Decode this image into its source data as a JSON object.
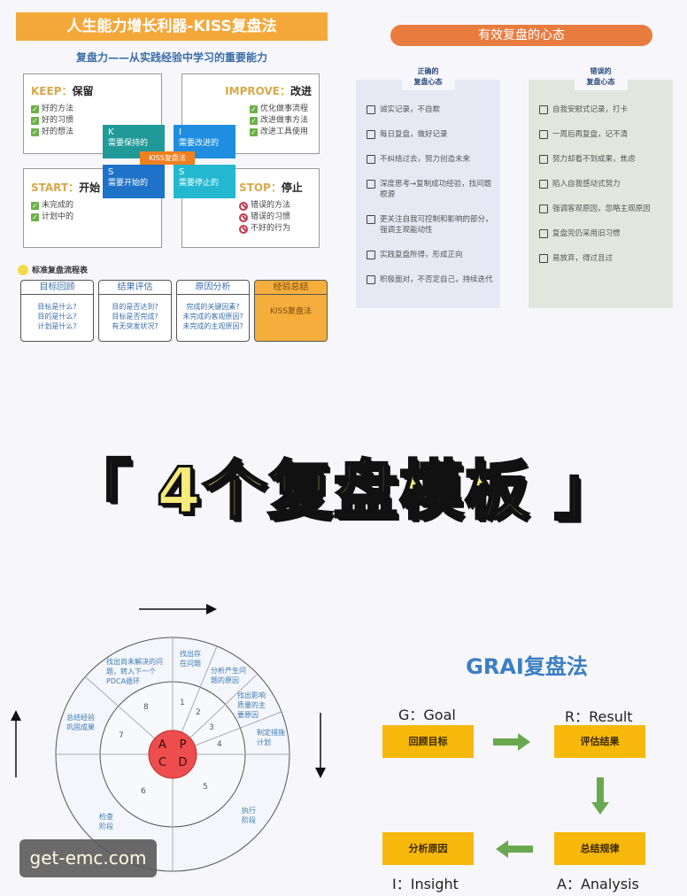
{
  "kiss": {
    "title": "人生能力增长利器-KISS复盘法",
    "subtitle": "复盘力——从实践经验中学习的重要能力",
    "center_label": "KISS复盘法",
    "keep": {
      "en": "KEEP",
      "sep": "：",
      "cn": "保留",
      "items": [
        "好的方法",
        "好的习惯",
        "好的想法"
      ]
    },
    "improve": {
      "en": "IMPROVE",
      "sep": "：",
      "cn": "改进",
      "items": [
        "优化做事流程",
        "改进做事方法",
        "改进工具使用"
      ]
    },
    "start": {
      "en": "START",
      "sep": "：",
      "cn": "开始",
      "items": [
        "未完成的",
        "计划中的"
      ]
    },
    "stop": {
      "en": "STOP",
      "sep": "：",
      "cn": "停止",
      "items": [
        "错误的方法",
        "错误的习惯",
        "不好的行为"
      ]
    },
    "tiles": [
      {
        "letter": "K",
        "label": "需要保持的",
        "color": "#1f9a98"
      },
      {
        "letter": "I",
        "label": "需要改进的",
        "color": "#1f8ee0"
      },
      {
        "letter": "S",
        "label": "需要开始的",
        "color": "#1e72c8"
      },
      {
        "letter": "S",
        "label": "需要停止的",
        "color": "#24b8d0"
      }
    ],
    "flow": {
      "heading": "标准复盘流程表",
      "cards": [
        {
          "title": "目标回顾",
          "lines": [
            "目标是什么?",
            "目的是什么?",
            "计划是什么?"
          ]
        },
        {
          "title": "结果评估",
          "lines": [
            "目的是否达到?",
            "目标是否完成?",
            "有无突发状况?"
          ]
        },
        {
          "title": "原因分析",
          "lines": [
            "完成的关键因素?",
            "未完成的客观原因?",
            "未完成的主观原因?"
          ]
        },
        {
          "title": "经验总结",
          "lines": [
            "KISS复盘法"
          ]
        }
      ]
    }
  },
  "mindset": {
    "title": "有效复盘的心态",
    "correct": {
      "tab": [
        "正确的",
        "复盘心态"
      ],
      "items": [
        "诚实记录，不自欺",
        "每日复盘，做好记录",
        "不纠结过去，努力创造未来",
        "深度思考→复制成功经验，找问题根源",
        "更关注自我可控制和影响的部分，强调主观能动性",
        "实践复盘所得，形成正向",
        "积极面对，不否定自己，持续迭代"
      ]
    },
    "wrong": {
      "tab": [
        "错误的",
        "复盘心态"
      ],
      "items": [
        "自我安慰式记录，打卡",
        "一周后再复盘，记不清",
        "努力却看不到成果，焦虑",
        "陷入自我感动式努力",
        "强调客观原因，忽略主观原因",
        "复盘完仍采用旧习惯",
        "易放弃，得过且过"
      ]
    }
  },
  "banner": {
    "text": "「 4个复盘模板 」"
  },
  "pdca": {
    "center": [
      "A",
      "P",
      "C",
      "D"
    ],
    "numbers": [
      "1",
      "2",
      "3",
      "4",
      "5",
      "6",
      "7",
      "8"
    ],
    "outer_labels": {
      "s1": "找出存在问题",
      "s2": "分析产生问题的原因",
      "s3": "找出影响质量的主要原因",
      "s4": "制定措施计划",
      "exec": "执行阶段",
      "check": "检查阶段",
      "s7": "总结经验巩固成果",
      "s8": "找出尚未解决的问题，转入下一个PDCA循环"
    }
  },
  "grai": {
    "title": "GRAI复盘法",
    "goal": {
      "label": "G：Goal",
      "box": "回顾目标"
    },
    "result": {
      "label": "R：Result",
      "box": "评估结果"
    },
    "analysis": {
      "label": "A：Analysis",
      "box": "总结规律"
    },
    "insight": {
      "label": "I：Insight",
      "box": "分析原因"
    },
    "arrow_color": "#6aa84f",
    "box_color": "#f7b80c"
  },
  "watermark": {
    "text": "get-emc.com"
  }
}
